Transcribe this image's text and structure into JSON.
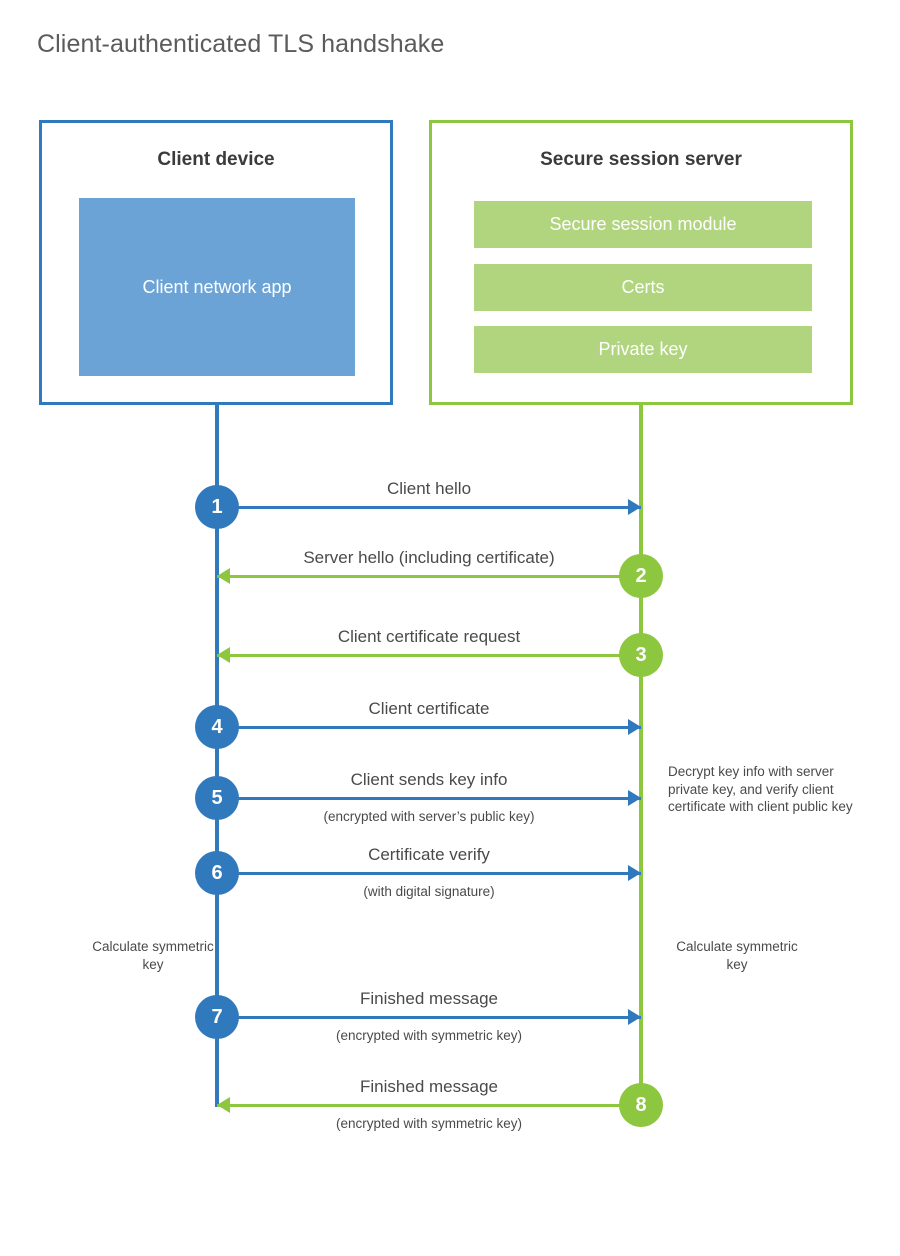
{
  "page": {
    "title": "Client-authenticated TLS handshake"
  },
  "colors": {
    "client_blue": "#3179bd",
    "client_app_blue": "#6ba3d6",
    "server_green": "#8dc63f",
    "server_bar_green": "#b0d57e",
    "text": "#4a4a4a",
    "title_text": "#5b5b5b",
    "background": "#ffffff"
  },
  "client": {
    "title": "Client device",
    "app_label": "Client network app"
  },
  "server": {
    "title": "Secure session server",
    "components": [
      {
        "label": "Secure session module"
      },
      {
        "label": "Certs"
      },
      {
        "label": "Private key"
      }
    ]
  },
  "steps": [
    {
      "number": "1",
      "label": "Client hello",
      "sublabel": "",
      "from": "client",
      "to": "server",
      "direction": "right",
      "color": "blue"
    },
    {
      "number": "2",
      "label": "Server hello (including certificate)",
      "sublabel": "",
      "from": "server",
      "to": "client",
      "direction": "left",
      "color": "green"
    },
    {
      "number": "3",
      "label": "Client certificate request",
      "sublabel": "",
      "from": "server",
      "to": "client",
      "direction": "left",
      "color": "green"
    },
    {
      "number": "4",
      "label": "Client certificate",
      "sublabel": "",
      "from": "client",
      "to": "server",
      "direction": "right",
      "color": "blue"
    },
    {
      "number": "5",
      "label": "Client sends key info",
      "sublabel": "(encrypted with server’s public key)",
      "from": "client",
      "to": "server",
      "direction": "right",
      "color": "blue"
    },
    {
      "number": "6",
      "label": "Certificate verify",
      "sublabel": "(with digital signature)",
      "from": "client",
      "to": "server",
      "direction": "right",
      "color": "blue"
    },
    {
      "number": "7",
      "label": "Finished message",
      "sublabel": "(encrypted with symmetric key)",
      "from": "client",
      "to": "server",
      "direction": "right",
      "color": "blue"
    },
    {
      "number": "8",
      "label": "Finished message",
      "sublabel": "(encrypted with symmetric key)",
      "from": "server",
      "to": "client",
      "direction": "left",
      "color": "green"
    }
  ],
  "annotations": {
    "server_decrypt": "Decrypt key info with server private key, and verify client certificate with client public key",
    "client_calculate": "Calculate symmetric key",
    "server_calculate": "Calculate symmetric key"
  }
}
